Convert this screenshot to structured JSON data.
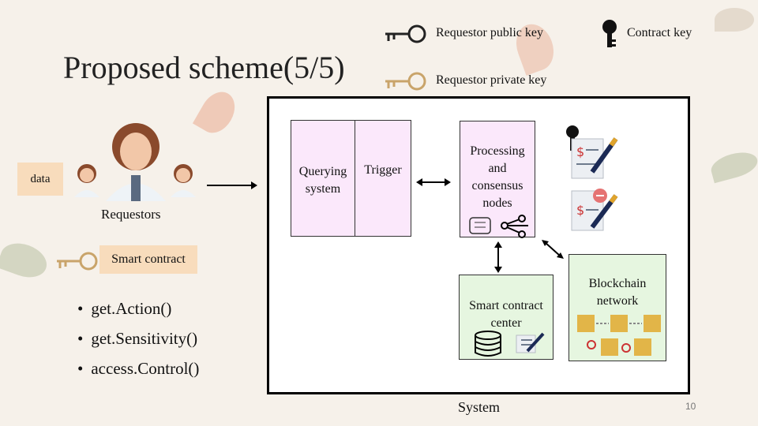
{
  "title": "Proposed scheme(5/5)",
  "legend": {
    "public_key": "Requestor public key",
    "contract_key": "Contract key",
    "private_key": "Requestor private key"
  },
  "left": {
    "data_label": "data",
    "requestors_label": "Requestors",
    "smart_contract_label": "Smart contract",
    "functions": [
      "get.Action()",
      "get.Sensitivity()",
      "access.Control()"
    ]
  },
  "system": {
    "querying": "Querying\nsystem",
    "trigger": "Trigger",
    "processing": "Processing\nand\nconsensus\nnodes",
    "smart_contract_center": "Smart contract\ncenter",
    "blockchain": "Blockchain\nnetwork",
    "label": "System"
  },
  "page_number": "10",
  "colors": {
    "pink_box": "#fbe8fb",
    "green_box": "#e6f6e0",
    "key_gold": "#c9a46a",
    "smart_contract_bg": "#f8dcbc"
  }
}
